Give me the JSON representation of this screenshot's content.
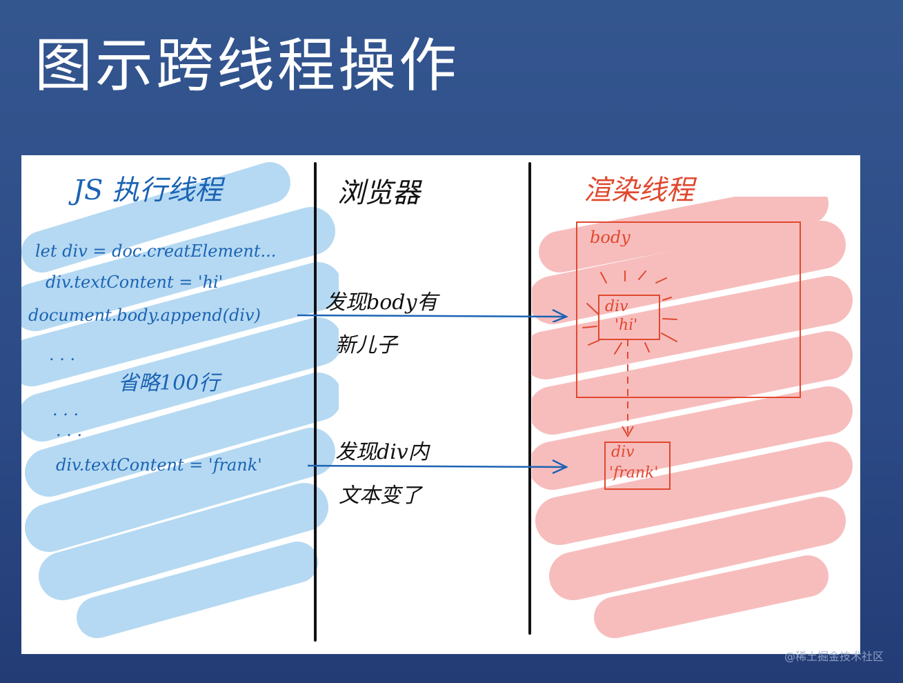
{
  "slide": {
    "title": "图示跨线程操作",
    "watermark": "@稀土掘金技术社区"
  },
  "columns": {
    "js_thread": {
      "title": "JS 执行线程",
      "color": "#1b63b4"
    },
    "browser": {
      "title": "浏览器",
      "color": "#111111"
    },
    "render_thread": {
      "title": "渲染线程",
      "color": "#e0482e"
    }
  },
  "js_code": {
    "line1": "let div = doc.creatElement...",
    "line2": "div.textContent = 'hi'",
    "line3": "document.body.append(div)",
    "ellipsis_dots": ". . .",
    "omitted": "省略100行",
    "line4": "div.textContent = 'frank'"
  },
  "browser_notes": {
    "note1_line1": "发现body有",
    "note1_line2": "新儿子",
    "note2_line1": "发现div内",
    "note2_line2": "文本变了"
  },
  "render": {
    "body_label": "body",
    "div1_tag": "div",
    "div1_text": "'hi'",
    "div2_tag": "div",
    "div2_text": "'frank'"
  },
  "colors": {
    "background": "#2f4f8a",
    "js_blue": "#1b63b4",
    "js_wash": "#a9d3f0",
    "render_red": "#e0482e",
    "render_wash": "#f7b6b6"
  }
}
